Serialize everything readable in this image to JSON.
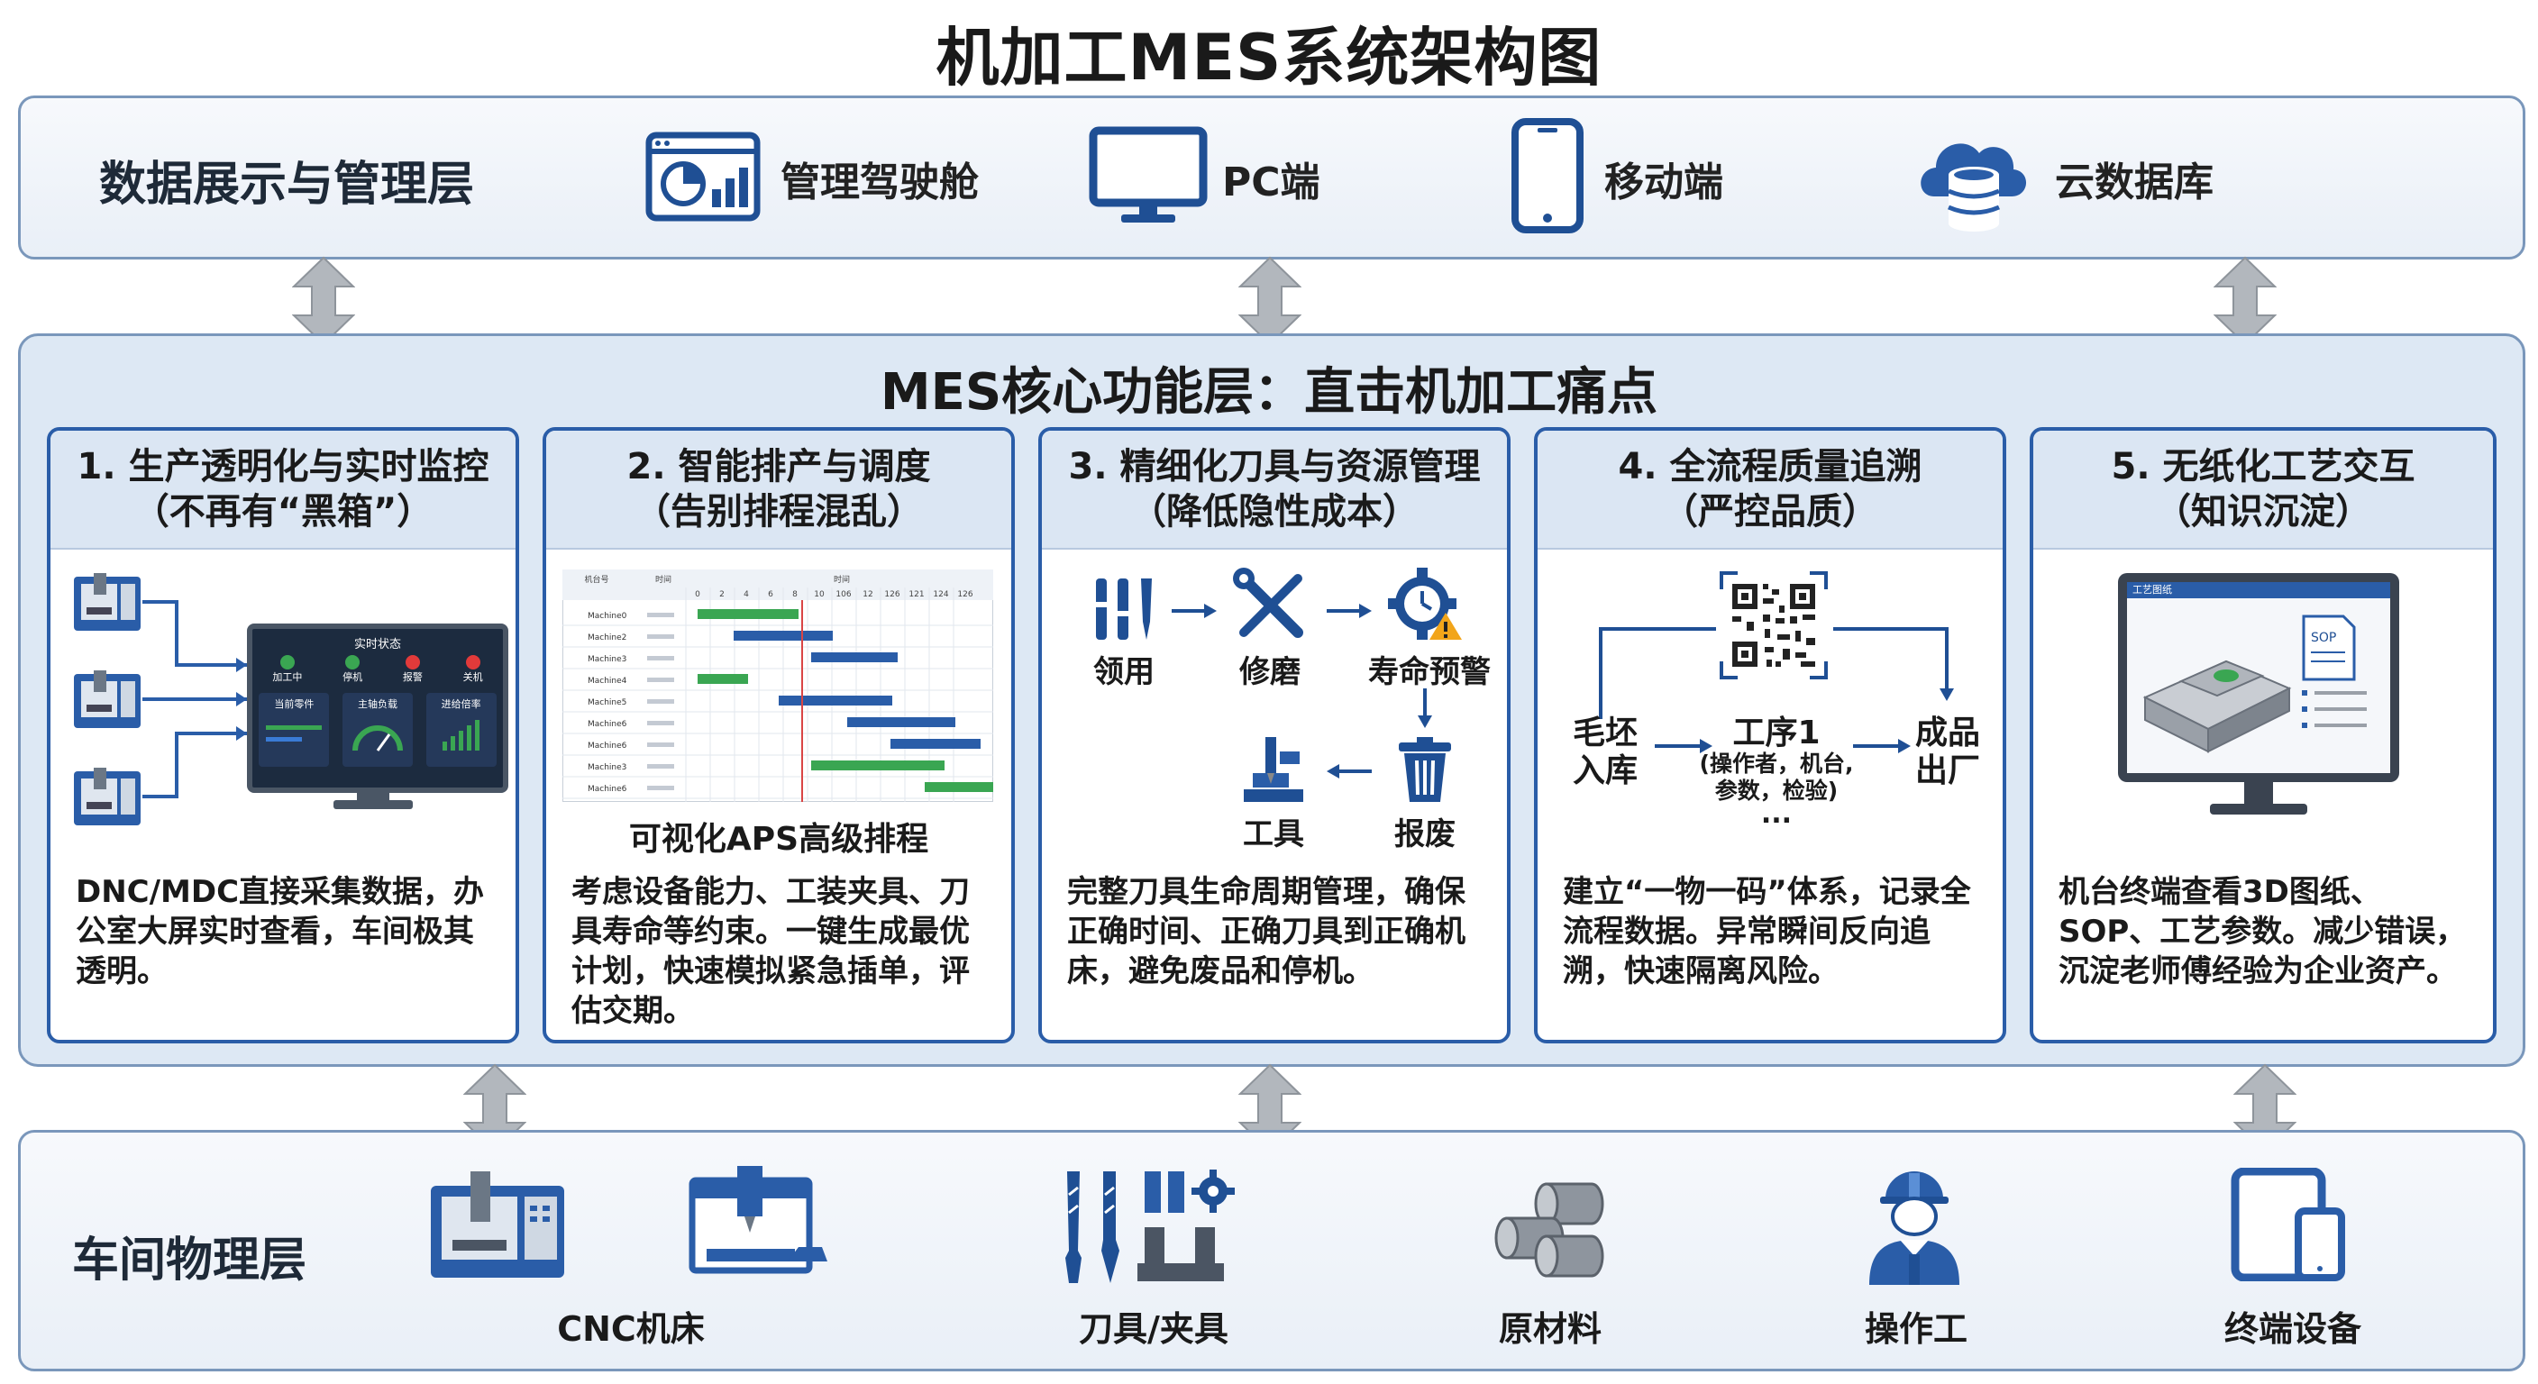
{
  "title": "机加工MES系统架构图",
  "top_layer": {
    "label": "数据展示与管理层",
    "items": [
      {
        "label": "管理驾驶舱",
        "icon": "dashboard-icon"
      },
      {
        "label": "PC端",
        "icon": "monitor-icon"
      },
      {
        "label": "移动端",
        "icon": "mobile-icon"
      },
      {
        "label": "云数据库",
        "icon": "cloud-database-icon"
      }
    ]
  },
  "core_layer": {
    "title": "MES核心功能层：直击机加工痛点",
    "cards": [
      {
        "title": "1. 生产透明化与实时监控",
        "subtitle": "（不再有“黑箱”）",
        "screen": {
          "header": "实时状态",
          "statuses": [
            "加工中",
            "停机",
            "报警",
            "关机"
          ],
          "panels": [
            "当前零件",
            "主轴负载",
            "进给倍率"
          ]
        },
        "description": "DNC/MDC直接采集数据，办公室大屏实时查看，车间极其透明。"
      },
      {
        "title": "2. 智能排产与调度",
        "subtitle": "（告别排程混乱）",
        "gantt": {
          "headers": [
            "机台号",
            "时间",
            "时间"
          ],
          "ticks": [
            "0",
            "2",
            "4",
            "6",
            "8",
            "10",
            "106",
            "12",
            "126",
            "121",
            "124",
            "126"
          ],
          "rows": [
            "Machine0",
            "Machine2",
            "Machine3",
            "Machine4",
            "Machine5",
            "Machine6",
            "Machine6",
            "Machine3",
            "Machine6"
          ]
        },
        "caption": "可视化APS高级排程",
        "description": "考虑设备能力、工装夹具、刀具寿命等约束。一键生成最优计划，快速模拟紧急插单，评估交期。"
      },
      {
        "title": "3. 精细化刀具与资源管理",
        "subtitle": "（降低隐性成本）",
        "steps": [
          "领用",
          "修磨",
          "寿命预警",
          "报废",
          "工具"
        ],
        "description": "完整刀具生命周期管理，确保正确时间、正确刀具到正确机床，避免废品和停机。"
      },
      {
        "title": "4. 全流程质量追溯",
        "subtitle": "（严控品质）",
        "flow": {
          "start": [
            "毛坯",
            "入库"
          ],
          "middle": "工序1",
          "middle_sub": [
            "(操作者，机台,",
            "参数，检验)"
          ],
          "ellipsis": "...",
          "end": [
            "成品",
            "出厂"
          ]
        },
        "description": "建立“一物一码”体系，记录全流程数据。异常瞬间反向追溯，快速隔离风险。"
      },
      {
        "title": "5. 无纸化工艺交互",
        "subtitle": "（知识沉淀）",
        "screen_header": "工艺图纸",
        "sop_label": "SOP",
        "description": "机台终端查看3D图纸、SOP、工艺参数。减少错误，沉淀老师傅经验为企业资产。"
      }
    ]
  },
  "bottom_layer": {
    "label": "车间物理层",
    "items": [
      {
        "label": "CNC机床",
        "icon": "cnc-machine-icon"
      },
      {
        "label": "刀具/夹具",
        "icon": "tools-fixtures-icon"
      },
      {
        "label": "原材料",
        "icon": "raw-material-icon"
      },
      {
        "label": "操作工",
        "icon": "worker-icon"
      },
      {
        "label": "终端设备",
        "icon": "terminal-device-icon"
      }
    ]
  },
  "colors": {
    "blue": "#2a5da8",
    "light_blue": "#dbe6f3",
    "green": "#3aa652",
    "border": "#7a97bb"
  }
}
